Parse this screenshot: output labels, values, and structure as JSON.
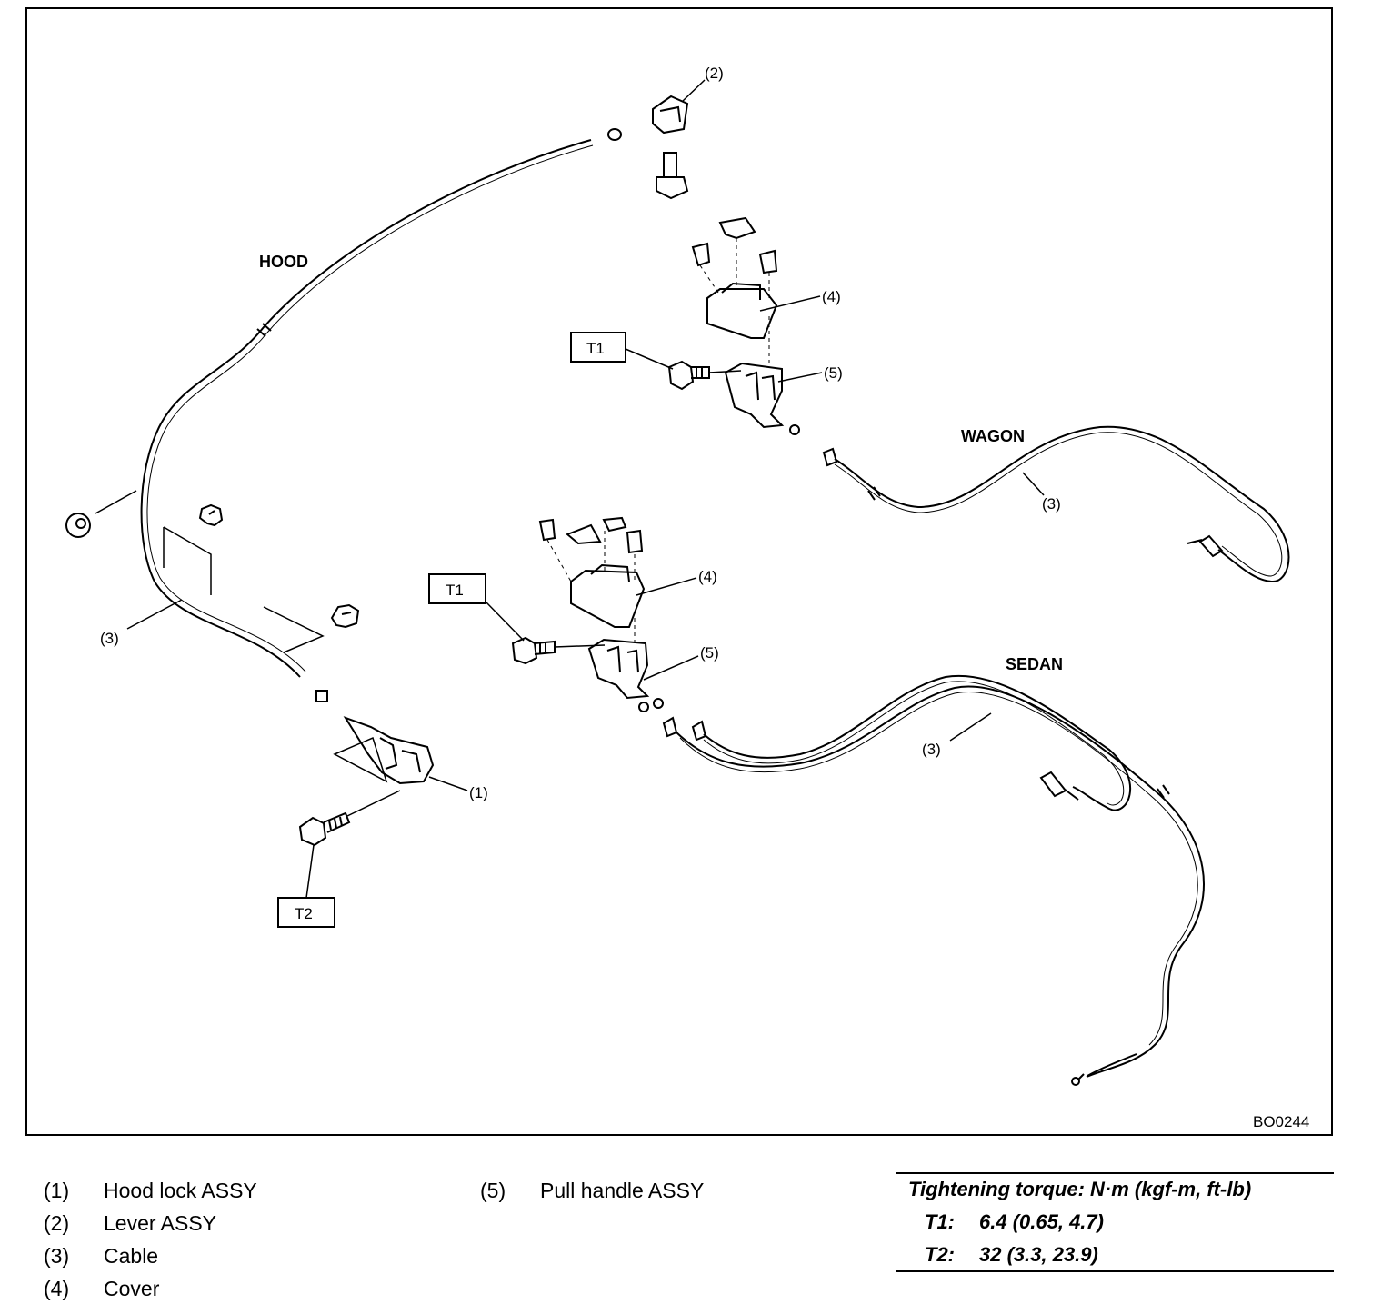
{
  "diagram": {
    "sections": {
      "hood": "HOOD",
      "wagon": "WAGON",
      "sedan": "SEDAN"
    },
    "callouts": {
      "c1": "(1)",
      "c2": "(2)",
      "c3_left": "(3)",
      "c3_wagon": "(3)",
      "c3_sedan": "(3)",
      "c4_wagon": "(4)",
      "c4_sedan": "(4)",
      "c5_wagon": "(5)",
      "c5_sedan": "(5)"
    },
    "torque_tags": {
      "t1_wagon": "T1",
      "t1_sedan": "T1",
      "t2": "T2"
    },
    "figure_code": "BO0244"
  },
  "legend": [
    {
      "num": "(1)",
      "label": "Hood lock ASSY"
    },
    {
      "num": "(2)",
      "label": "Lever ASSY"
    },
    {
      "num": "(3)",
      "label": "Cable"
    },
    {
      "num": "(4)",
      "label": "Cover"
    },
    {
      "num": "(5)",
      "label": "Pull handle ASSY"
    }
  ],
  "torque": {
    "title": "Tightening torque: N·m (kgf-m, ft-lb)",
    "rows": [
      {
        "key": "T1:",
        "value": "6.4 (0.65, 4.7)"
      },
      {
        "key": "T2:",
        "value": "32 (3.3, 23.9)"
      }
    ]
  }
}
